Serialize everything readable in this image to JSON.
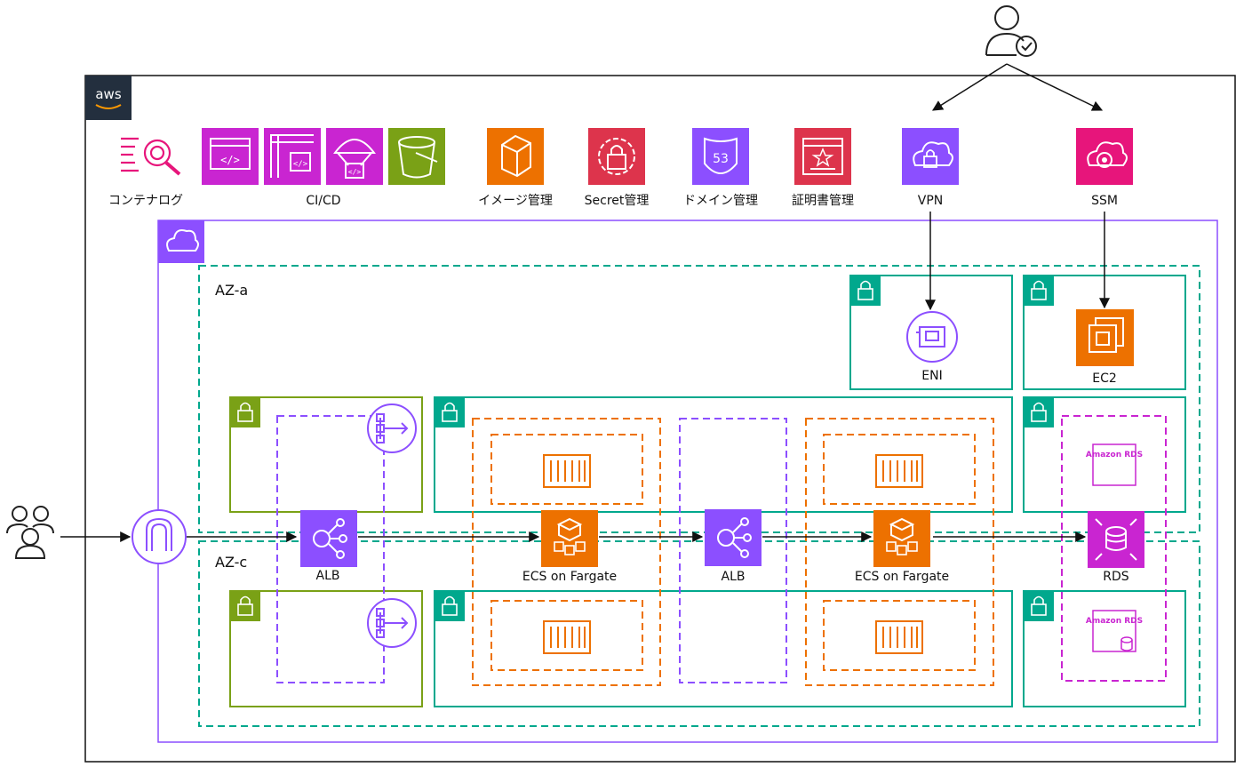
{
  "labels": {
    "container_log": "コンテナログ",
    "cicd": "CI/CD",
    "image_mgmt": "イメージ管理",
    "secret_mgmt": "Secret管理",
    "domain_mgmt": "ドメイン管理",
    "cert_mgmt": "証明書管理",
    "vpn": "VPN",
    "ssm": "SSM",
    "az_a": "AZ-a",
    "az_c": "AZ-c",
    "eni": "ENI",
    "ec2": "EC2",
    "alb_public": "ALB",
    "ecs_frontend": "ECS on Fargate",
    "alb_internal": "ALB",
    "ecs_backend": "ECS on Fargate",
    "rds": "RDS",
    "aws_logo": "aws",
    "rds_badge_a": "Amazon RDS",
    "rds_badge_c": "Amazon RDS",
    "route53_badge": "53"
  },
  "colors": {
    "frame": "#111111",
    "vpc": "#8C4FFF",
    "az": "#01A88D",
    "subnet_private": "#01A88D",
    "subnet_public": "#7AA116",
    "ecs_group": "#ED7100",
    "alb_group": "#8C4FFF",
    "rds_group": "#C925D1",
    "compute": "#ED7100",
    "devtools": "#C925D1",
    "storage": "#7AA116",
    "security": "#DD344C",
    "network": "#8C4FFF",
    "management": "#E7157B"
  }
}
